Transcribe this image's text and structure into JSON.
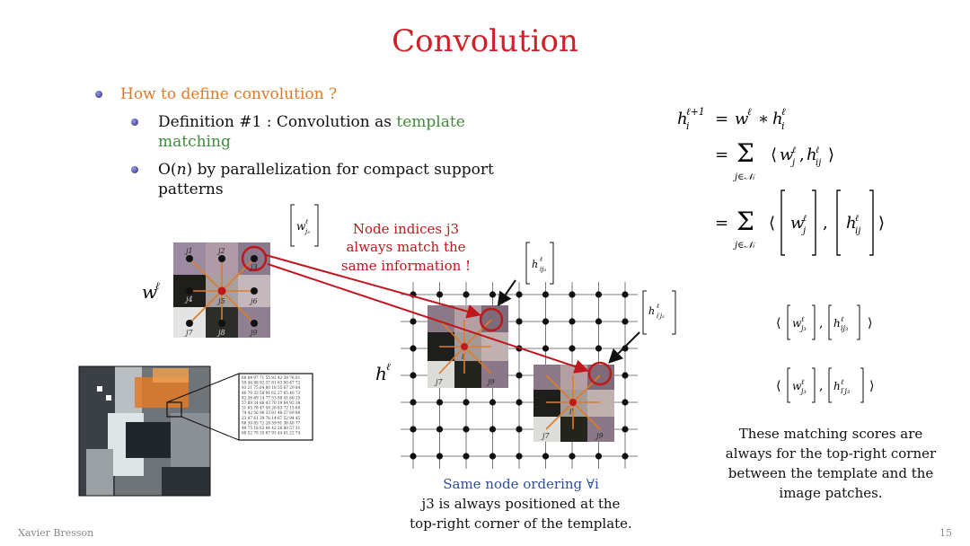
{
  "slide": {
    "title": "Convolution",
    "author": "Xavier Bresson",
    "page_number": "15"
  },
  "bullets": {
    "level1": "How to define convolution ?",
    "def_prefix": "Definition #1 : Convolution as ",
    "def_highlight": "template matching",
    "complexity_O": "O(",
    "complexity_n": "n",
    "complexity_rest": ") by parallelization for compact support patterns"
  },
  "equations": {
    "line1": "h_i^{ℓ+1} = w^ℓ * h_i^ℓ",
    "line2": "= Σ_{j∈N_i} ⟨w_j^ℓ, h_{ij}^ℓ⟩",
    "line3": "= Σ_{j∈N_i} ⟨ [w_j^ℓ] , [h_{ij}^ℓ] ⟩",
    "score1": "⟨ [w_{j3}^ℓ] , [h_{ij3}^ℓ] ⟩",
    "score2": "⟨ [w_{j3}^ℓ] , [h_{i'j3}^ℓ] ⟩"
  },
  "annotations": {
    "node_indices": [
      "Node indices j3",
      "always match the",
      "same information !"
    ],
    "ordering_title": "Same node ordering ∀i",
    "ordering_line1": "j3 is always positioned at the",
    "ordering_line2": "top-right corner of the template.",
    "scores_note": [
      "These matching scores are",
      "always for the top-right corner",
      "between the template and the",
      "image patches."
    ]
  },
  "labels": {
    "template": "w^ℓ",
    "graph": "h^ℓ",
    "w_j3": "w^ℓ_{j3}",
    "h_ij3": "h^ℓ_{ij3}",
    "h_ipj3": "h^ℓ_{i'j3}",
    "template_nodes": [
      "j1",
      "j2",
      "j3",
      "j4",
      "j5",
      "j6",
      "j7",
      "j8",
      "j9"
    ],
    "patch_nodes": [
      "j7",
      "i",
      "j9",
      "j7",
      "i'",
      "j9"
    ]
  },
  "colors": {
    "title": "#d0202a",
    "bullet1": "#e07a26",
    "highlight": "#3f8a3a",
    "annotation": "#c0171c",
    "ordering": "#2f4e9a",
    "edges": "#e07a26"
  },
  "pixel_matrix": [
    "68 84 97 71 55 83 42 38 76 61",
    "59 44 88 92 37 81 63 50 47 72",
    "93 21 75 64 80 18 55 67 29 84",
    "46 70 33 58 91 62 27 85 40 73",
    "82 36 69 14 77 53 88 41 66 25",
    "57 89 24 86 43 70 19 64 92 38",
    "31 65 78 47 58 26 83 72 15 60",
    "74 42 56 90 33 81 48 27 69 86",
    "23 87 61 39 76 14 67 52 94 45",
    "66 30 85 72 28 59 91 36 48 77",
    "49 75 18 63 84 42 26 80 57 31",
    "88 52 70 35 67 93 44 61 22 74"
  ]
}
